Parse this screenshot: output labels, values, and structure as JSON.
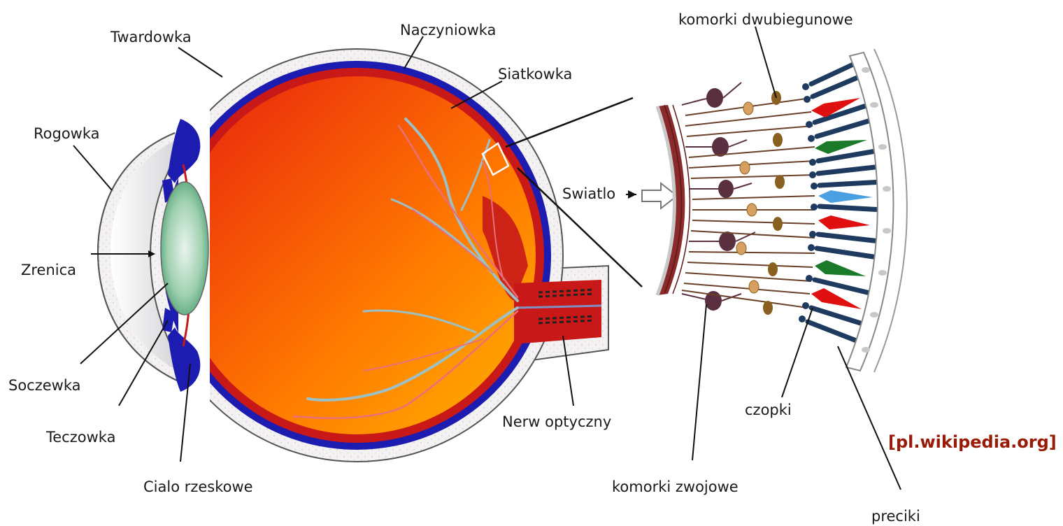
{
  "labels": {
    "twardowka": "Twardowka",
    "naczyniowka": "Naczyniowka",
    "siatkowka": "Siatkowka",
    "rogowka": "Rogowka",
    "zrenica": "Zrenica",
    "soczewka": "Soczewka",
    "teczowka": "Teczowka",
    "cialo_rzeskowe": "Cialo rzeskowe",
    "nerw_optyczny": "Nerw optyczny",
    "swiatlo": "Swiatlo",
    "komorki_dwubiegunowe": "komorki dwubiegunowe",
    "komorki_zwojowe": "komorki zwojowe",
    "czopki": "czopki",
    "preciki": "preciki"
  },
  "source": "[pl.wikipedia.org]",
  "colors": {
    "sclera": "#f1eeee",
    "choroid": "#1c1cb0",
    "retina": "#c81818",
    "vitreous_dark": "#e02a10",
    "vitreous_light": "#ffb000",
    "lens_center": "#e8f2ec",
    "lens_edge": "#3f9a68",
    "vessel_vein": "#9cc0c4",
    "vessel_artery": "#e8707a",
    "rod": "#1e3a5e",
    "cone_red": "#e01010",
    "cone_green": "#1a7a2a",
    "cone_blue": "#4aa0e0",
    "bipolar": "#8a6020",
    "ganglion": "#5a3040",
    "source_text": "#9a1a08"
  }
}
